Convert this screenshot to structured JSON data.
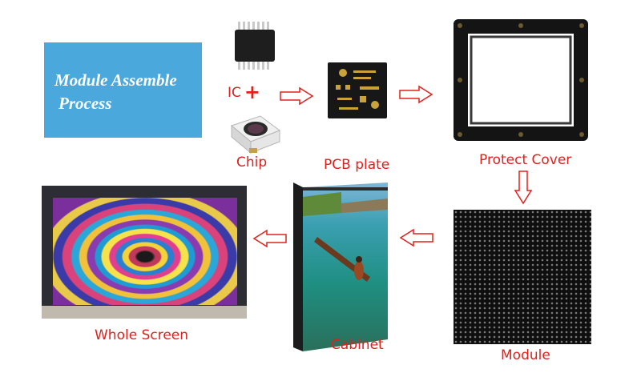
{
  "title": {
    "line1": "Module Assemble",
    "line2": "Process"
  },
  "labels": {
    "ic": "IC",
    "plus": "+",
    "chip": "Chip",
    "pcb": "PCB plate",
    "cover": "Protect Cover",
    "module": "Module",
    "cabinet": "Cabinet",
    "whole_screen": "Whole Screen"
  },
  "colors": {
    "title_box": "#4aa8dc",
    "label_red": "#e0201c",
    "arrow_red": "#e0201c"
  }
}
